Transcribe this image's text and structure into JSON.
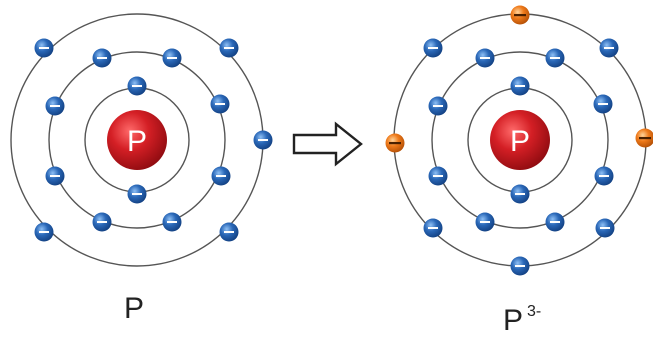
{
  "atom_left": {
    "nucleus_label": "P",
    "caption": "P",
    "shells": [
      {
        "electrons": 2
      },
      {
        "electrons": 8
      },
      {
        "electrons": 5
      }
    ]
  },
  "atom_right": {
    "nucleus_label": "P",
    "caption": "P",
    "charge": "3-",
    "shells": [
      {
        "electrons": 2
      },
      {
        "electrons": 8
      },
      {
        "electrons": 8
      }
    ],
    "gained_electrons": 3
  },
  "colors": {
    "nucleus": "#c0161c",
    "electron": "#2a68b8",
    "gained_electron": "#ef7a1a",
    "orbit": "#555555"
  },
  "icons": {
    "electron_symbol": "−",
    "arrow": "reaction-arrow-icon"
  }
}
